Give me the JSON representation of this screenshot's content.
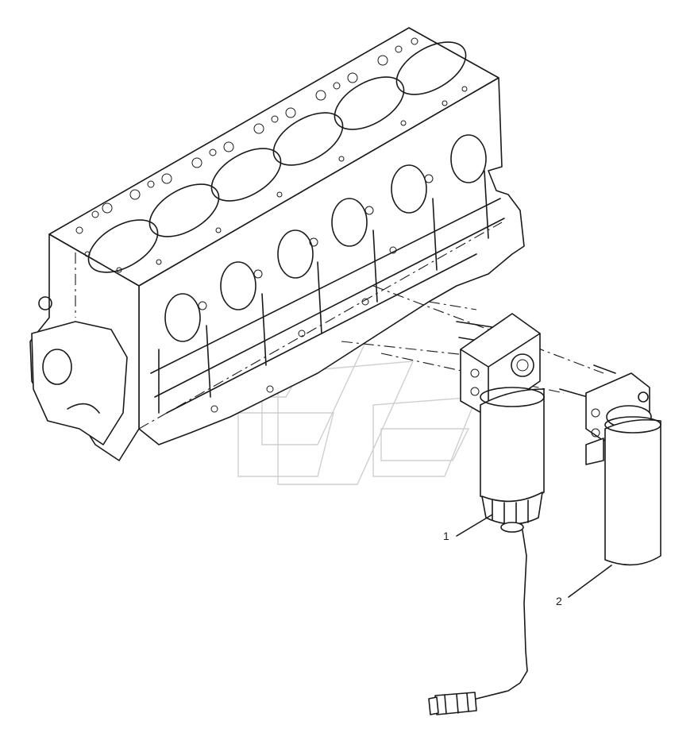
{
  "diagram": {
    "callouts": [
      {
        "id": "1",
        "label": "1",
        "part": "fuel-filter-with-sensor"
      },
      {
        "id": "2",
        "label": "2",
        "part": "oil-filter"
      }
    ]
  }
}
